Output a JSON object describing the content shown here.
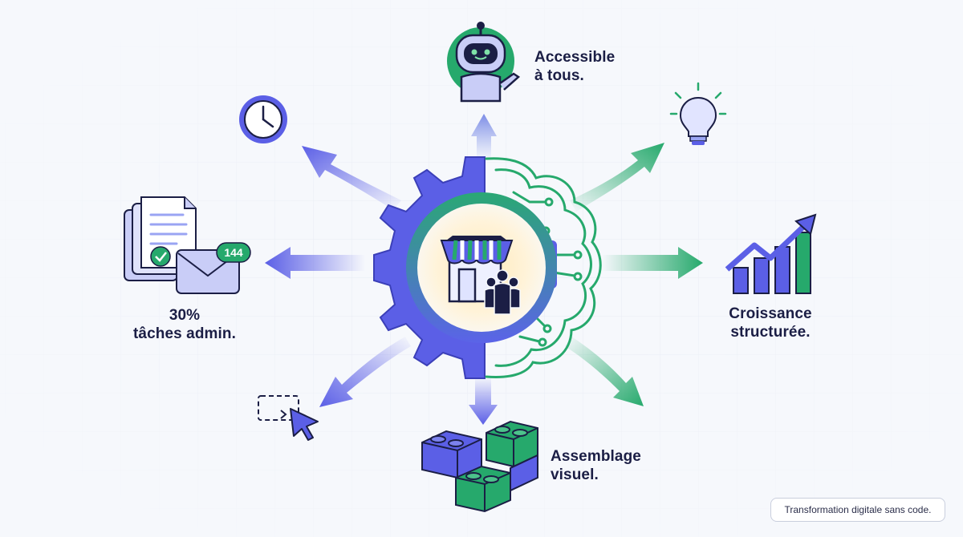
{
  "labels": {
    "accessible": [
      "Accessible",
      "à tous."
    ],
    "admin": [
      "30%",
      "tâches admin."
    ],
    "growth": [
      "Croissance",
      "structurée."
    ],
    "visual": [
      "Assemblage",
      "visuel."
    ]
  },
  "badge": {
    "count": "144"
  },
  "caption": "Transformation digitale sans code.",
  "colors": {
    "indigo": "#5b5fe6",
    "green": "#26a96c",
    "dark": "#1b1e45",
    "background": "#f6f8fc"
  },
  "icons": [
    "robot-icon",
    "clock-icon",
    "lightbulb-icon",
    "documents-icon",
    "envelope-icon",
    "growth-chart-icon",
    "cursor-selection-icon",
    "building-blocks-icon",
    "gear-icon",
    "brain-circuit-icon",
    "storefront-icon",
    "people-icon"
  ]
}
